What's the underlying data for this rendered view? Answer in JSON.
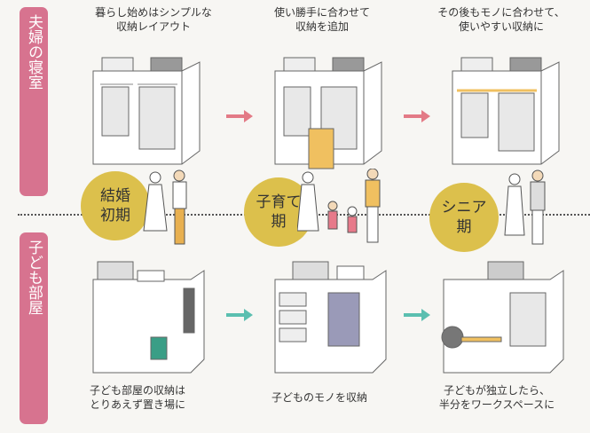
{
  "sections": {
    "couple_room": {
      "label": "夫婦の寝室"
    },
    "kids_room": {
      "label": "子ども部屋"
    }
  },
  "stages": [
    {
      "label": "結婚初期",
      "top_caption": [
        "暮らし始めはシンプルな",
        "収納レイアウト"
      ],
      "bottom_caption": [
        "子ども部屋の収納は",
        "とりあえず置き場に"
      ]
    },
    {
      "label": "子育て期",
      "top_caption": [
        "使い勝手に合わせて",
        "収納を追加"
      ],
      "bottom_caption": [
        "子どものモノを収納"
      ]
    },
    {
      "label": "シニア期",
      "top_caption": [
        "その後もモノに合わせて、",
        "使いやすい収納に"
      ],
      "bottom_caption": [
        "子どもが独立したら、",
        "半分をワークスペースに"
      ]
    }
  ],
  "colors": {
    "tab": "#d7738f",
    "circle": "#dcc04c",
    "arrow_top": "#e37a86",
    "arrow_bottom": "#5bbfb0",
    "accent_wood": "#f0c060"
  }
}
